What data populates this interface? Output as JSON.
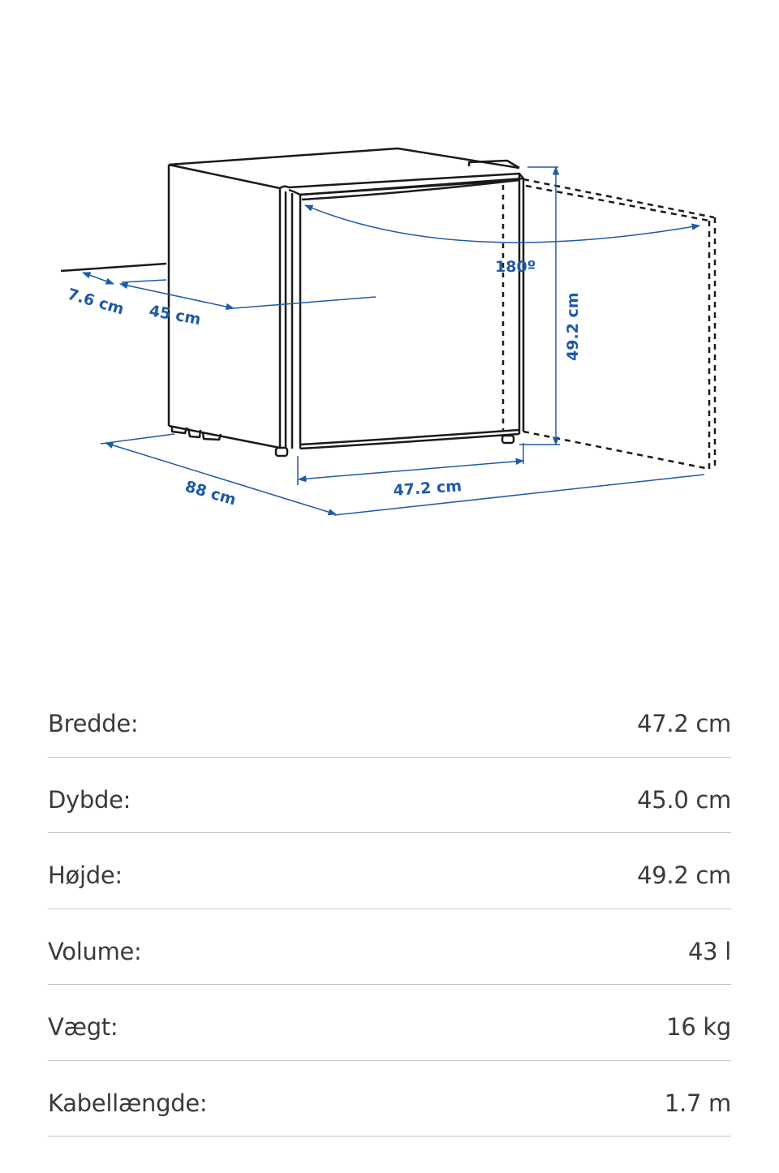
{
  "diagram": {
    "labels": {
      "clearance": "7.6 cm",
      "depth": "45 cm",
      "door_angle": "180º",
      "height": "49.2 cm",
      "width": "47.2 cm",
      "total_depth_open": "88 cm"
    },
    "line_color": "#1a1a1a",
    "dimension_color": "#1f5aa6"
  },
  "specs": {
    "rows": [
      {
        "label": "Bredde:",
        "value": "47.2 cm"
      },
      {
        "label": "Dybde:",
        "value": "45.0 cm"
      },
      {
        "label": "Højde:",
        "value": "49.2 cm"
      },
      {
        "label": "Volume:",
        "value": "43 l"
      },
      {
        "label": "Vægt:",
        "value": "16 kg"
      },
      {
        "label": "Kabellængde:",
        "value": "1.7 m"
      }
    ]
  }
}
